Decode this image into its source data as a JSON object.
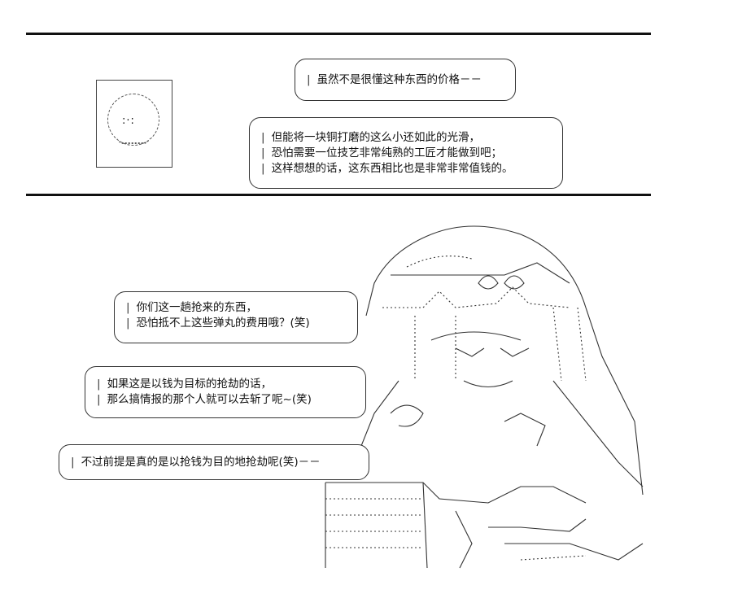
{
  "top_panel": {
    "bubble1": [
      "虽然不是很懂这种东西的价格－－"
    ],
    "bubble2": [
      "但能将一块铜打磨的这么小还如此的光滑，",
      "恐怕需要一位技艺非常纯熟的工匠才能做到吧；",
      "这样想想的话，这东西相比也是非常非常值钱的。"
    ]
  },
  "bottom_panel": {
    "bubble1": [
      "你们这一趟抢来的东西，",
      "恐怕抵不上这些弹丸的费用哦？(笑)"
    ],
    "bubble2": [
      "如果这是以钱为目标的抢劫的话，",
      "那么搞情报的那个人就可以去斩了呢~(笑)"
    ],
    "bubble3": [
      "不过前提是真的是以抢钱为目的地抢劫呢(笑)－－"
    ]
  },
  "icons": {
    "face": "smiling-face-icon",
    "character": "ascii-art-character"
  }
}
